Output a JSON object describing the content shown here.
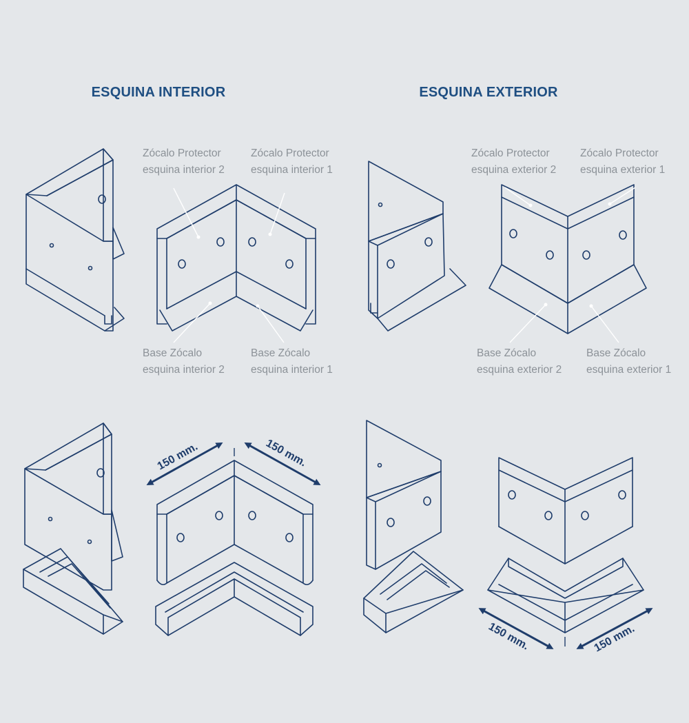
{
  "headings": {
    "interior": "ESQUINA INTERIOR",
    "exterior": "ESQUINA EXTERIOR"
  },
  "labels": {
    "int_protector_2": [
      "Zócalo Protector",
      "esquina interior 2"
    ],
    "int_protector_1": [
      "Zócalo Protector",
      "esquina interior 1"
    ],
    "int_base_2": [
      "Base Zócalo",
      "esquina interior 2"
    ],
    "int_base_1": [
      "Base Zócalo",
      "esquina interior 1"
    ],
    "ext_protector_2": [
      "Zócalo Protector",
      "esquina exterior 2"
    ],
    "ext_protector_1": [
      "Zócalo Protector",
      "esquina exterior 1"
    ],
    "ext_base_2": [
      "Base Zócalo",
      "esquina exterior 2"
    ],
    "ext_base_1": [
      "Base Zócalo",
      "esquina exterior 1"
    ]
  },
  "dimensions": {
    "int_left": "150 mm.",
    "int_right": "150 mm.",
    "ext_left": "150 mm.",
    "ext_right": "150 mm."
  },
  "colors": {
    "background": "#e4e7ea",
    "ink": "#1f3d6b",
    "heading": "#1f4f82",
    "label": "#8c9298"
  }
}
